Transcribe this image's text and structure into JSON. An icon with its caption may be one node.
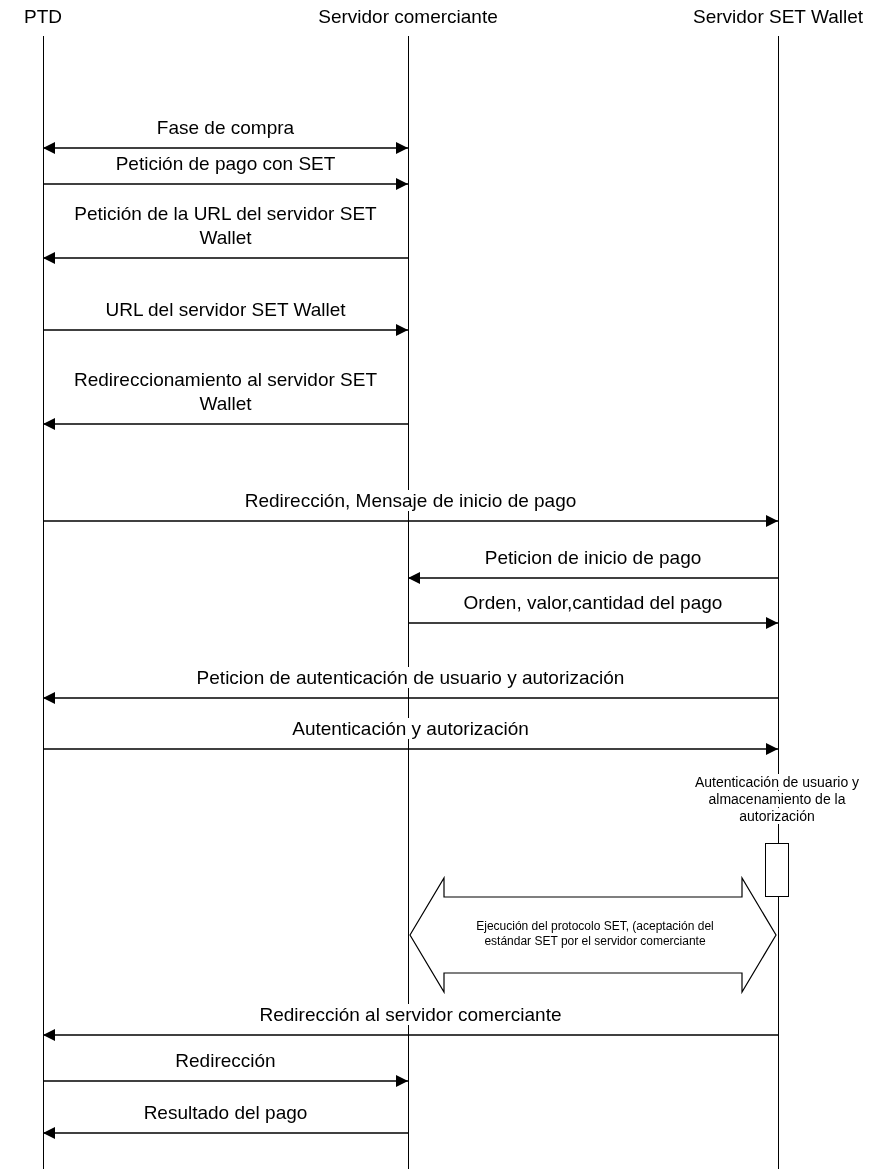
{
  "diagram": {
    "nodes": [
      {
        "text": [
          "PTD"
        ]
      },
      {
        "text": [
          "Servidor comerciante"
        ]
      },
      {
        "text": [
          "Servidor SET Wallet"
        ]
      }
    ],
    "labels": [
      "Autenticación de usuario y almacenamiento de la autorización"
    ],
    "edges": [
      {
        "from": 0,
        "to": 1,
        "arrow": "both",
        "label": "Fase de compra"
      },
      {
        "from": 0,
        "to": 1,
        "arrow": "to",
        "label": "Petición de pago con SET"
      },
      {
        "from": 1,
        "to": 0,
        "arrow": "to",
        "label": "Petición de la URL del servidor SET Wallet"
      },
      {
        "from": 0,
        "to": 1,
        "arrow": "to",
        "label": "URL del servidor SET Wallet"
      },
      {
        "from": 1,
        "to": 0,
        "arrow": "to",
        "label": "Redireccionamiento al servidor SET Wallet"
      },
      {
        "from": 0,
        "to": 2,
        "arrow": "to",
        "label": "Redirección, Mensaje de inicio de pago"
      },
      {
        "from": 2,
        "to": 1,
        "arrow": "to",
        "label": "Peticion de inicio de pago"
      },
      {
        "from": 1,
        "to": 2,
        "arrow": "to",
        "label": "Orden, valor,cantidad del pago"
      },
      {
        "from": 2,
        "to": 0,
        "arrow": "to",
        "label": "Peticion de autenticación de usuario y autorización"
      },
      {
        "from": 0,
        "to": 2,
        "arrow": "to",
        "label": "Autenticación y autorización"
      },
      {
        "from": 1,
        "to": 2,
        "arrow": "both",
        "style": "thick",
        "label": "Ejecución del protocolo SET, (aceptación del estándar SET por el servidor comerciante"
      },
      {
        "from": 2,
        "to": 0,
        "arrow": "to",
        "label": "Redirección al servidor comerciante"
      },
      {
        "from": 0,
        "to": 1,
        "arrow": "to",
        "label": "Redirección"
      },
      {
        "from": 1,
        "to": 0,
        "arrow": "to",
        "label": "Resultado del pago"
      }
    ]
  }
}
